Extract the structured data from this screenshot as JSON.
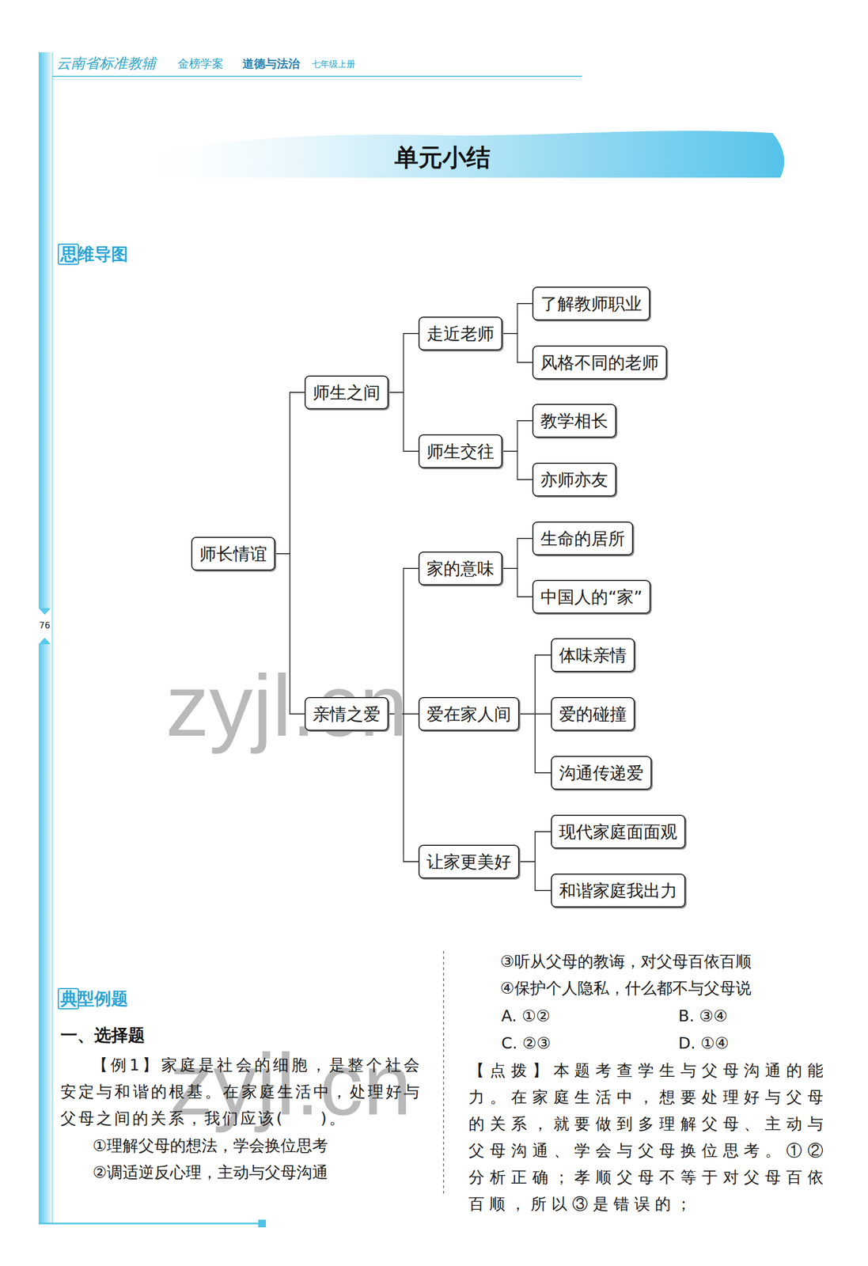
{
  "diagram": {
    "title": "单元小结",
    "nodes": [
      {
        "text": [
          "师长情谊"
        ]
      },
      {
        "text": [
          "师生之间"
        ]
      },
      {
        "text": [
          "走近老师"
        ]
      },
      {
        "text": [
          "了解教师职业"
        ]
      },
      {
        "text": [
          "风格不同的老师"
        ]
      },
      {
        "text": [
          "师生交往"
        ]
      },
      {
        "text": [
          "教学相长"
        ]
      },
      {
        "text": [
          "亦师亦友"
        ]
      },
      {
        "text": [
          "亲情之爱"
        ]
      },
      {
        "text": [
          "家的意味"
        ]
      },
      {
        "text": [
          "生命的居所"
        ]
      },
      {
        "text": [
          "中国人的“家”"
        ]
      },
      {
        "text": [
          "爱在家人间"
        ]
      },
      {
        "text": [
          "体味亲情"
        ]
      },
      {
        "text": [
          "爱的碰撞"
        ]
      },
      {
        "text": [
          "沟通传递爱"
        ]
      },
      {
        "text": [
          "让家更美好"
        ]
      },
      {
        "text": [
          "现代家庭面面观"
        ]
      },
      {
        "text": [
          "和谐家庭我出力"
        ]
      }
    ],
    "edges": [
      {
        "from": 0,
        "to": 1,
        "arrow": "none"
      },
      {
        "from": 0,
        "to": 8,
        "arrow": "none"
      },
      {
        "from": 1,
        "to": 2,
        "arrow": "none"
      },
      {
        "from": 1,
        "to": 5,
        "arrow": "none"
      },
      {
        "from": 2,
        "to": 3,
        "arrow": "none"
      },
      {
        "from": 2,
        "to": 4,
        "arrow": "none"
      },
      {
        "from": 5,
        "to": 6,
        "arrow": "none"
      },
      {
        "from": 5,
        "to": 7,
        "arrow": "none"
      },
      {
        "from": 8,
        "to": 9,
        "arrow": "none"
      },
      {
        "from": 8,
        "to": 12,
        "arrow": "none"
      },
      {
        "from": 8,
        "to": 16,
        "arrow": "none"
      },
      {
        "from": 9,
        "to": 10,
        "arrow": "none"
      },
      {
        "from": 9,
        "to": 11,
        "arrow": "none"
      },
      {
        "from": 12,
        "to": 13,
        "arrow": "none"
      },
      {
        "from": 12,
        "to": 14,
        "arrow": "none"
      },
      {
        "from": 12,
        "to": 15,
        "arrow": "none"
      },
      {
        "from": 16,
        "to": 17,
        "arrow": "none"
      },
      {
        "from": 16,
        "to": 18,
        "arrow": "none"
      }
    ],
    "labels": [
      "云南省标准教辅",
      "金榜学案",
      "道德与法治",
      "七年级上册",
      "76",
      "思维导图",
      "zyjl.cn",
      "典型例题",
      "一、选择题",
      "【例1】家庭是社会的细胞，是整个社会安定与和谐的根基。在家庭生活中，处理好与父母之间的关系，我们应该(　　)。",
      "①理解父母的想法，学会换位思考",
      "②调适逆反心理，主动与父母沟通",
      "zyjl.cn",
      "③听从父母的教诲，对父母百依百顺",
      "④保护个人隐私，什么都不与父母说",
      "A. ①②",
      "B. ③④",
      "C. ②③",
      "D. ①④",
      "【点拨】本题考查学生与父母沟通的能力。在家庭生活中，想要处理好与父母的关系，就要做到多理解父母、主动与父母沟通、学会与父母换位思考。①②分析正确；孝顺父母不等于对父母百依百顺，所以③是错误的；"
    ]
  }
}
